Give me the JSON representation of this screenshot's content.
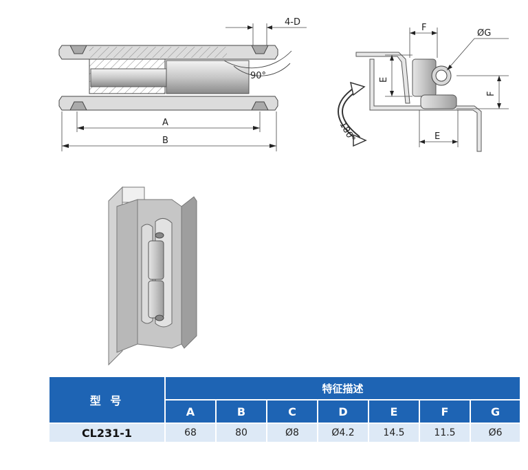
{
  "drawing": {
    "side_view": {
      "dim_4d": "4-D",
      "angle": "90°",
      "dim_a": "A",
      "dim_b": "B"
    },
    "end_view": {
      "dim_f": "F",
      "dim_g": "ØG",
      "dim_e": "E",
      "rotation": "180°"
    }
  },
  "table": {
    "header_model": "型 号",
    "header_group": "特征描述",
    "columns": [
      "A",
      "B",
      "C",
      "D",
      "E",
      "F",
      "G"
    ],
    "rows": [
      {
        "model": "CL231-1",
        "values": [
          "68",
          "80",
          "Ø8",
          "Ø4.2",
          "14.5",
          "11.5",
          "Ø6"
        ]
      }
    ]
  }
}
